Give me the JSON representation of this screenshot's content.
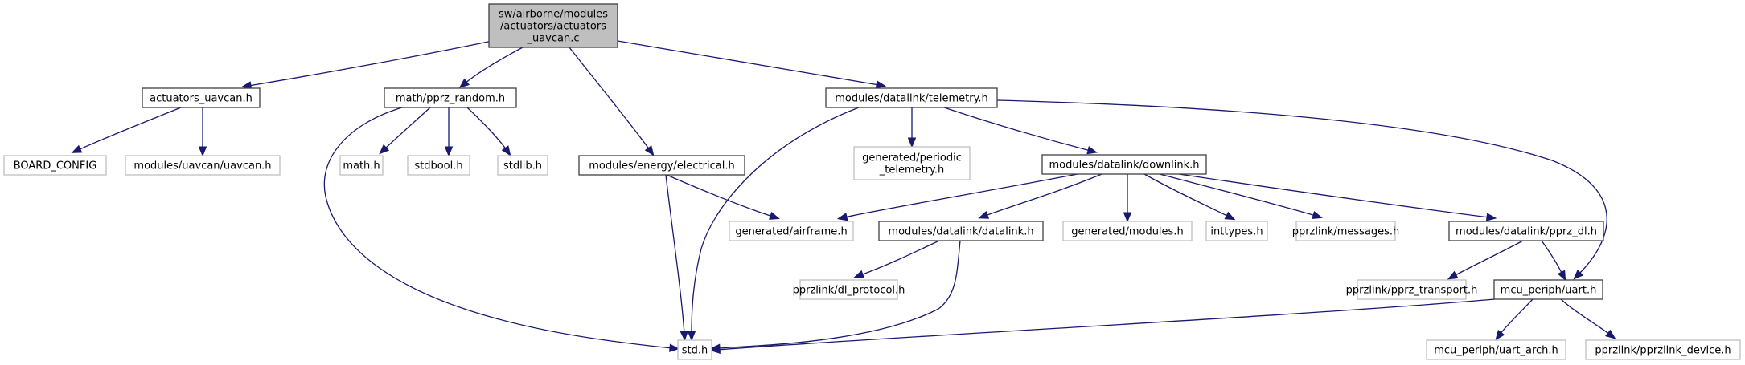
{
  "graph": {
    "type": "include-dependency-graph",
    "colors": {
      "edge": "#191970",
      "root_fill": "#bfbfbf",
      "local_border": "#404040",
      "external_border": "#bfbfbf"
    },
    "nodes": [
      {
        "id": "root",
        "kind": "root",
        "lines": [
          "sw/airborne/modules",
          "/actuators/actuators",
          "_uavcan.c"
        ]
      },
      {
        "id": "actuators_uavcan_h",
        "kind": "local",
        "lines": [
          "actuators_uavcan.h"
        ]
      },
      {
        "id": "pprz_random_h",
        "kind": "local",
        "lines": [
          "math/pprz_random.h"
        ]
      },
      {
        "id": "electrical_h",
        "kind": "local",
        "lines": [
          "modules/energy/electrical.h"
        ]
      },
      {
        "id": "telemetry_h",
        "kind": "local",
        "lines": [
          "modules/datalink/telemetry.h"
        ]
      },
      {
        "id": "board_config",
        "kind": "ext",
        "lines": [
          "BOARD_CONFIG"
        ]
      },
      {
        "id": "uavcan_h",
        "kind": "ext",
        "lines": [
          "modules/uavcan/uavcan.h"
        ]
      },
      {
        "id": "math_h",
        "kind": "ext",
        "lines": [
          "math.h"
        ]
      },
      {
        "id": "stdbool_h",
        "kind": "ext",
        "lines": [
          "stdbool.h"
        ]
      },
      {
        "id": "stdlib_h",
        "kind": "ext",
        "lines": [
          "stdlib.h"
        ]
      },
      {
        "id": "periodic_telemetry_h",
        "kind": "ext",
        "lines": [
          "generated/periodic",
          "_telemetry.h"
        ]
      },
      {
        "id": "downlink_h",
        "kind": "local",
        "lines": [
          "modules/datalink/downlink.h"
        ]
      },
      {
        "id": "airframe_h",
        "kind": "ext",
        "lines": [
          "generated/airframe.h"
        ]
      },
      {
        "id": "datalink_h",
        "kind": "local",
        "lines": [
          "modules/datalink/datalink.h"
        ]
      },
      {
        "id": "modules_h",
        "kind": "ext",
        "lines": [
          "generated/modules.h"
        ]
      },
      {
        "id": "inttypes_h",
        "kind": "ext",
        "lines": [
          "inttypes.h"
        ]
      },
      {
        "id": "messages_h",
        "kind": "ext",
        "lines": [
          "pprzlink/messages.h"
        ]
      },
      {
        "id": "pprz_dl_h",
        "kind": "local",
        "lines": [
          "modules/datalink/pprz_dl.h"
        ]
      },
      {
        "id": "dl_protocol_h",
        "kind": "ext",
        "lines": [
          "pprzlink/dl_protocol.h"
        ]
      },
      {
        "id": "pprz_transport_h",
        "kind": "ext",
        "lines": [
          "pprzlink/pprz_transport.h"
        ]
      },
      {
        "id": "uart_h",
        "kind": "local",
        "lines": [
          "mcu_periph/uart.h"
        ]
      },
      {
        "id": "std_h",
        "kind": "ext",
        "lines": [
          "std.h"
        ]
      },
      {
        "id": "uart_arch_h",
        "kind": "ext",
        "lines": [
          "mcu_periph/uart_arch.h"
        ]
      },
      {
        "id": "pprzlink_device_h",
        "kind": "ext",
        "lines": [
          "pprzlink/pprzlink_device.h"
        ]
      }
    ],
    "edges": [
      {
        "from": "root",
        "to": "actuators_uavcan_h"
      },
      {
        "from": "root",
        "to": "pprz_random_h"
      },
      {
        "from": "root",
        "to": "electrical_h"
      },
      {
        "from": "root",
        "to": "telemetry_h"
      },
      {
        "from": "actuators_uavcan_h",
        "to": "board_config"
      },
      {
        "from": "actuators_uavcan_h",
        "to": "uavcan_h"
      },
      {
        "from": "pprz_random_h",
        "to": "math_h"
      },
      {
        "from": "pprz_random_h",
        "to": "stdbool_h"
      },
      {
        "from": "pprz_random_h",
        "to": "stdlib_h"
      },
      {
        "from": "pprz_random_h",
        "to": "std_h"
      },
      {
        "from": "electrical_h",
        "to": "airframe_h"
      },
      {
        "from": "electrical_h",
        "to": "std_h"
      },
      {
        "from": "telemetry_h",
        "to": "std_h"
      },
      {
        "from": "telemetry_h",
        "to": "periodic_telemetry_h"
      },
      {
        "from": "telemetry_h",
        "to": "downlink_h"
      },
      {
        "from": "telemetry_h",
        "to": "uart_h"
      },
      {
        "from": "downlink_h",
        "to": "airframe_h"
      },
      {
        "from": "downlink_h",
        "to": "datalink_h"
      },
      {
        "from": "downlink_h",
        "to": "modules_h"
      },
      {
        "from": "downlink_h",
        "to": "inttypes_h"
      },
      {
        "from": "downlink_h",
        "to": "messages_h"
      },
      {
        "from": "downlink_h",
        "to": "pprz_dl_h"
      },
      {
        "from": "datalink_h",
        "to": "dl_protocol_h"
      },
      {
        "from": "datalink_h",
        "to": "std_h"
      },
      {
        "from": "pprz_dl_h",
        "to": "pprz_transport_h"
      },
      {
        "from": "pprz_dl_h",
        "to": "uart_h"
      },
      {
        "from": "uart_h",
        "to": "std_h"
      },
      {
        "from": "uart_h",
        "to": "uart_arch_h"
      },
      {
        "from": "uart_h",
        "to": "pprzlink_device_h"
      }
    ]
  }
}
